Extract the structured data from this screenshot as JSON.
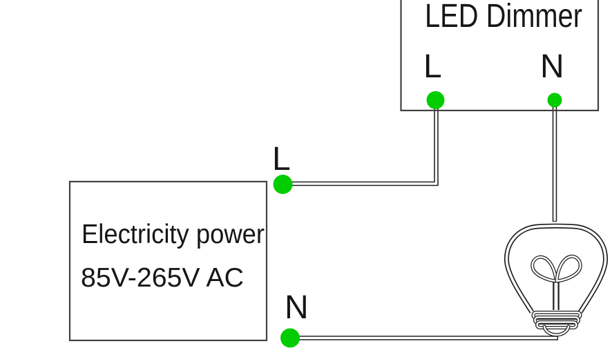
{
  "colors": {
    "terminal_green": "#00cc00",
    "wire": "#1f1f1f",
    "box_border": "#404040"
  },
  "power_supply": {
    "label_line1": "Electricity power",
    "label_line2": "85V-265V AC",
    "live_terminal_label": "L",
    "neutral_terminal_label": "N"
  },
  "led_dimmer": {
    "title": "LED Dimmer",
    "live_terminal_label": "L",
    "neutral_terminal_label": "N"
  }
}
